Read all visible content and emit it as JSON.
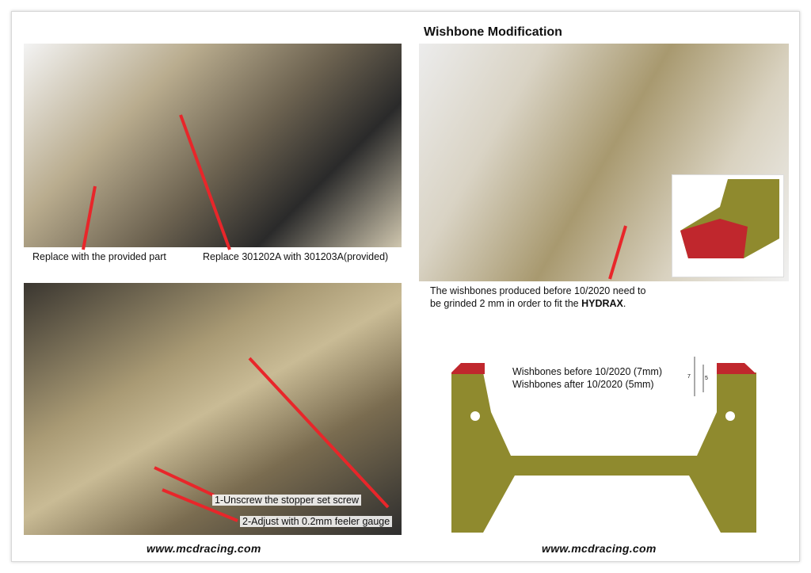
{
  "title": "Wishbone Modification",
  "top_left": {
    "caption_left": "Replace with the provided part",
    "caption_right": "Replace 301202A with 301203A(provided)"
  },
  "top_right": {
    "note_line1": "The wishbones produced before 10/2020 need to",
    "note_line2_prefix": "be grinded 2 mm in order to fit the ",
    "note_bold": "HYDRAX",
    "note_suffix": "."
  },
  "bottom_left": {
    "step1": "1-Unscrew the stopper set screw",
    "step2": "2-Adjust with 0.2mm feeler gauge"
  },
  "diagram": {
    "line1": "Wishbones before 10/2020 (7mm)",
    "line2": "Wishbones after 10/2020 (5mm)",
    "dim_7": "7",
    "dim_5": "5"
  },
  "footer": {
    "url_left": "www.mcdracing.com",
    "url_right": "www.mcdracing.com"
  },
  "colors": {
    "arrow": "#e8262a",
    "wishbone": "#8f8a2e",
    "grind": "#c0272d"
  }
}
